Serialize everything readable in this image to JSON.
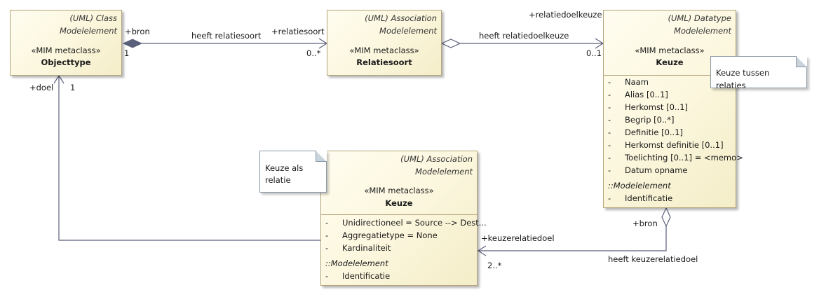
{
  "objecttype": {
    "header_line1": "(UML) Class",
    "header_line2": "Modelelement",
    "stereotype": "«MIM metaclass»",
    "name": "Objecttype"
  },
  "relatiesoort": {
    "header_line1": "(UML) Association",
    "header_line2": "Modelelement",
    "stereotype": "«MIM metaclass»",
    "name": "Relatiesoort"
  },
  "keuze_datatype": {
    "header_line1": "(UML) Datatype",
    "header_line2": "Modelelement",
    "stereotype": "«MIM metaclass»",
    "name": "Keuze",
    "attributes": [
      {
        "vis": "-",
        "text": "Naam"
      },
      {
        "vis": "-",
        "text": "Alias [0..1]"
      },
      {
        "vis": "-",
        "text": "Herkomst [0..1]"
      },
      {
        "vis": "-",
        "text": "Begrip [0..*]"
      },
      {
        "vis": "-",
        "text": "Definitie [0..1]"
      },
      {
        "vis": "-",
        "text": "Herkomst definitie [0..1]"
      },
      {
        "vis": "-",
        "text": "Toelichting [0..1] = <memo>"
      },
      {
        "vis": "-",
        "text": "Datum opname"
      }
    ],
    "inherited_group": "::Modelelement",
    "inherited_attributes": [
      {
        "vis": "-",
        "text": "Identificatie"
      }
    ]
  },
  "keuze_association": {
    "header_line1": "(UML) Association",
    "header_line2": "Modelelement",
    "stereotype": "«MIM metaclass»",
    "name": "Keuze",
    "attributes": [
      {
        "vis": "-",
        "text": "Unidirectioneel = Source --> Dest..."
      },
      {
        "vis": "-",
        "text": "Aggregatietype = None"
      },
      {
        "vis": "-",
        "text": "Kardinaliteit"
      }
    ],
    "inherited_group": "::Modelelement",
    "inherited_attributes": [
      {
        "vis": "-",
        "text": "Identificatie"
      }
    ]
  },
  "notes": {
    "keuze_tussen_relaties": "Keuze tussen relaties",
    "keuze_als_relatie_line1": "Keuze als",
    "keuze_als_relatie_line2": "relatie"
  },
  "connectors": {
    "heeft_relatiesoort": {
      "name": "heeft relatiesoort",
      "source_role": "+bron",
      "source_mult": "1",
      "target_role": "+relatiesoort",
      "target_mult": "0..*"
    },
    "heeft_relatiedoelkeuze": {
      "name": "heeft relatiedoelkeuze",
      "target_role": "+relatiedoelkeuze",
      "target_mult": "0..1"
    },
    "heeft_keuzerelatiedoel": {
      "name": "heeft keuzerelatiedoel",
      "source_role": "+bron",
      "target_role": "+keuzerelatiedoel",
      "target_mult": "2..*"
    },
    "doel": {
      "target_role": "+doel",
      "target_mult": "1"
    }
  }
}
